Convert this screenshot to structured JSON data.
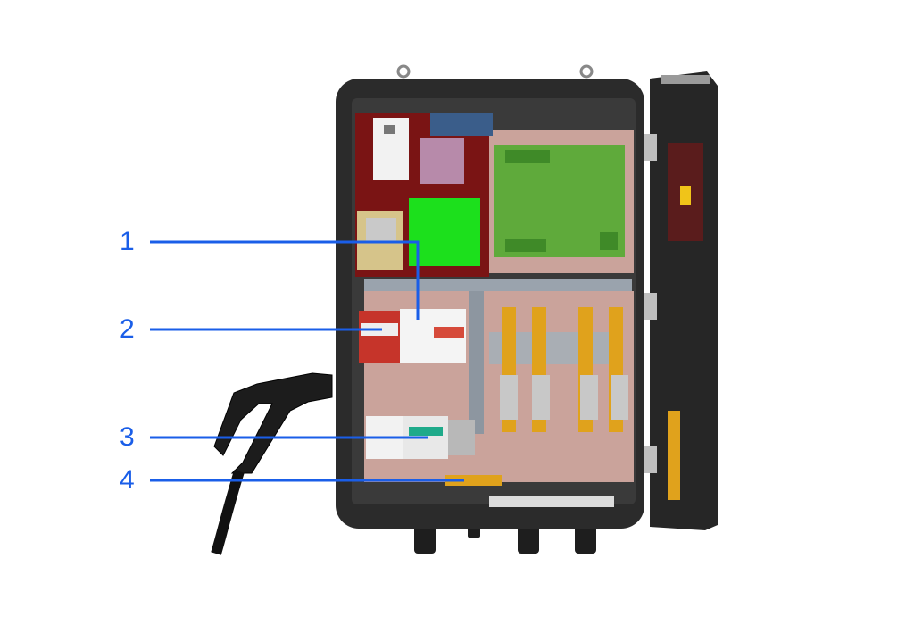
{
  "callouts": [
    {
      "number": "1"
    },
    {
      "number": "2"
    },
    {
      "number": "3"
    },
    {
      "number": "4"
    }
  ],
  "colors": {
    "callout_blue": "#1a5ee8",
    "enclosure_frame": "#2b2b2b",
    "back_panel_pink": "#caa39b",
    "top_panel_dark_red": "#7a1414",
    "control_board_green": "#5faa3b",
    "small_board_green": "#1ce01c",
    "breaker_red": "#c6342a",
    "busbar_yellow": "#e0a21c",
    "cable_black": "#111111"
  }
}
